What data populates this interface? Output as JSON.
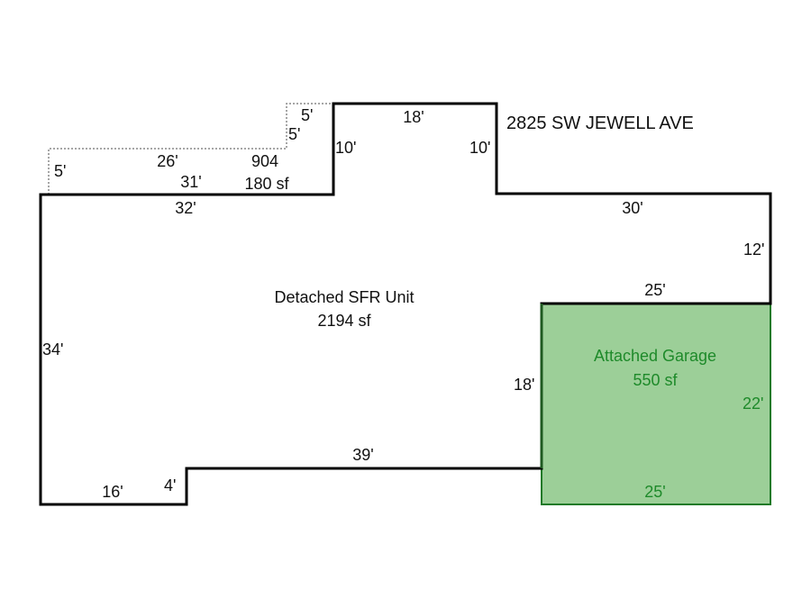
{
  "address": "2825 SW JEWELL AVE",
  "main_unit": {
    "label": "Detached SFR Unit",
    "area": "2194 sf"
  },
  "garage": {
    "label": "Attached Garage",
    "area": "550 sf",
    "fill_color": "#9ccf98",
    "stroke_color": "#1e7a28",
    "text_color": "#1e8a2a"
  },
  "addition": {
    "label": "904",
    "area": "180 sf"
  },
  "dimensions": {
    "top_bump": "18'",
    "bump_left": "10'",
    "bump_right": "10'",
    "right_top": "30'",
    "right_side": "12'",
    "garage_top": "25'",
    "left_top": "32'",
    "left_side": "34'",
    "inner_vertical": "18'",
    "bottom_middle": "39'",
    "bottom_step": "4'",
    "bottom_left": "16'",
    "garage_right": "22'",
    "garage_bottom": "25'",
    "add_left": "5'",
    "add_top": "26'",
    "add_bottom": "31'",
    "add_step_v": "5'",
    "add_step_h": "5'"
  }
}
